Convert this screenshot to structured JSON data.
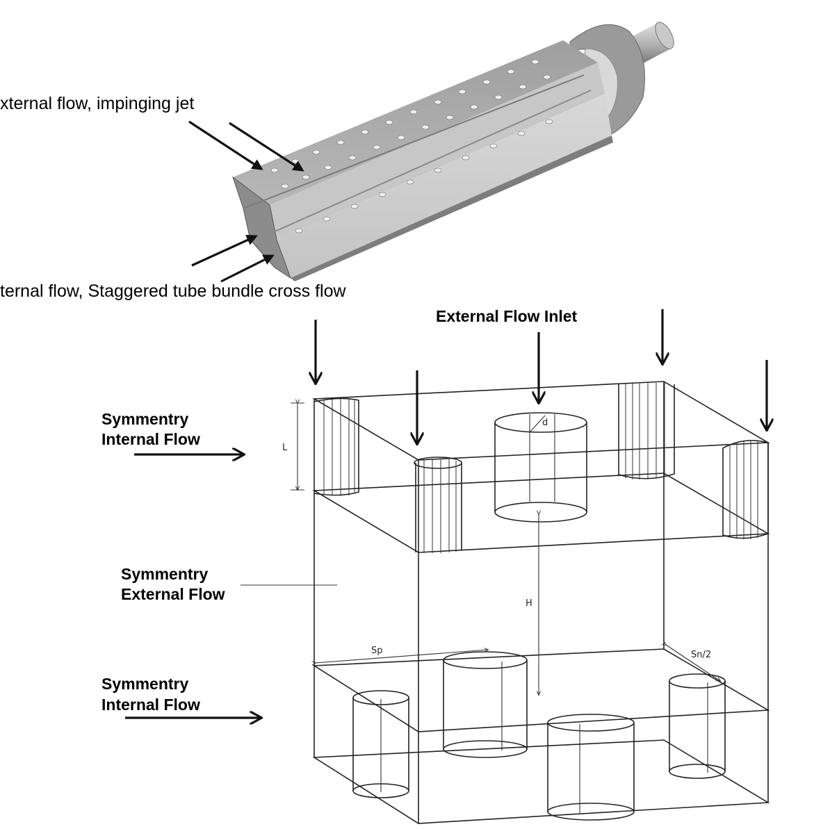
{
  "top_figure": {
    "label_impinging": "xternal flow, impinging jet",
    "label_crossflow": "ternal flow, Staggered tube bundle cross flow"
  },
  "bottom_figure": {
    "label_inlet": "External Flow Inlet",
    "label_sym_internal_top": [
      "Symmentry",
      "Internal Flow"
    ],
    "label_sym_external": [
      "Symmentry",
      "External Flow"
    ],
    "label_sym_internal_bottom": [
      "Symmentry",
      "Internal Flow"
    ],
    "dim_L": "L",
    "dim_d": "d",
    "dim_H": "H",
    "dim_Sp": "Sp",
    "dim_Sn2": "Sn/2"
  },
  "colors": {
    "background": "#ffffff",
    "line": "#222222",
    "rendering_light": "#d4d4d4",
    "rendering_mid": "#a9a9a9",
    "rendering_dark": "#7a7a7a"
  }
}
